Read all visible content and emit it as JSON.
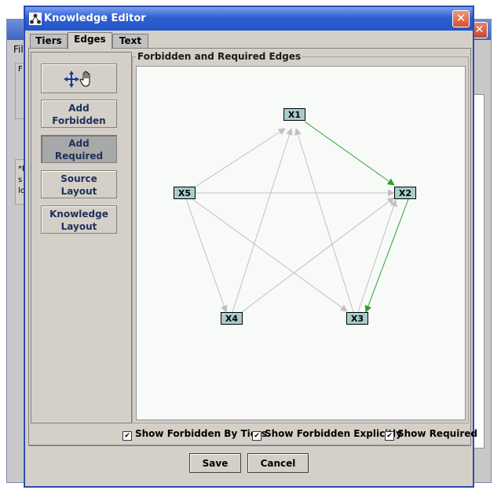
{
  "background_window": {
    "menu_fragment": "Fil",
    "fragments": [
      "F",
      "*F",
      "s",
      "lo"
    ]
  },
  "dialog": {
    "title": "Knowledge Editor",
    "close_symbol": "✕"
  },
  "tabs": [
    {
      "label": "Tiers",
      "active": false
    },
    {
      "label": "Edges",
      "active": true
    },
    {
      "label": "Text",
      "active": false
    }
  ],
  "tools": {
    "move_icon": "move-hand-icon",
    "add_forbidden": "Add\nForbidden",
    "add_required": "Add\nRequired",
    "source_layout": "Source\nLayout",
    "knowledge_layout": "Knowledge\nLayout"
  },
  "graph": {
    "title": "Forbidden and Required Edges",
    "nodes": [
      "X1",
      "X2",
      "X3",
      "X4",
      "X5"
    ],
    "forbidden_edges": [
      [
        "X5",
        "X1"
      ],
      [
        "X5",
        "X2"
      ],
      [
        "X5",
        "X3"
      ],
      [
        "X5",
        "X4"
      ],
      [
        "X4",
        "X1"
      ],
      [
        "X4",
        "X2"
      ],
      [
        "X3",
        "X1"
      ],
      [
        "X3",
        "X2"
      ]
    ],
    "required_edges": [
      [
        "X1",
        "X2"
      ],
      [
        "X2",
        "X3"
      ]
    ],
    "colors": {
      "forbidden": "#c0c0c0",
      "required": "#2e9e2e",
      "node_fill": "#a8cccc"
    }
  },
  "checkboxes": [
    {
      "label": "Show Forbidden By Tiers",
      "checked": true
    },
    {
      "label": "Show Forbidden Explicitly",
      "checked": true
    },
    {
      "label": "Show Required",
      "checked": true
    }
  ],
  "buttons": {
    "save": "Save",
    "cancel": "Cancel"
  }
}
